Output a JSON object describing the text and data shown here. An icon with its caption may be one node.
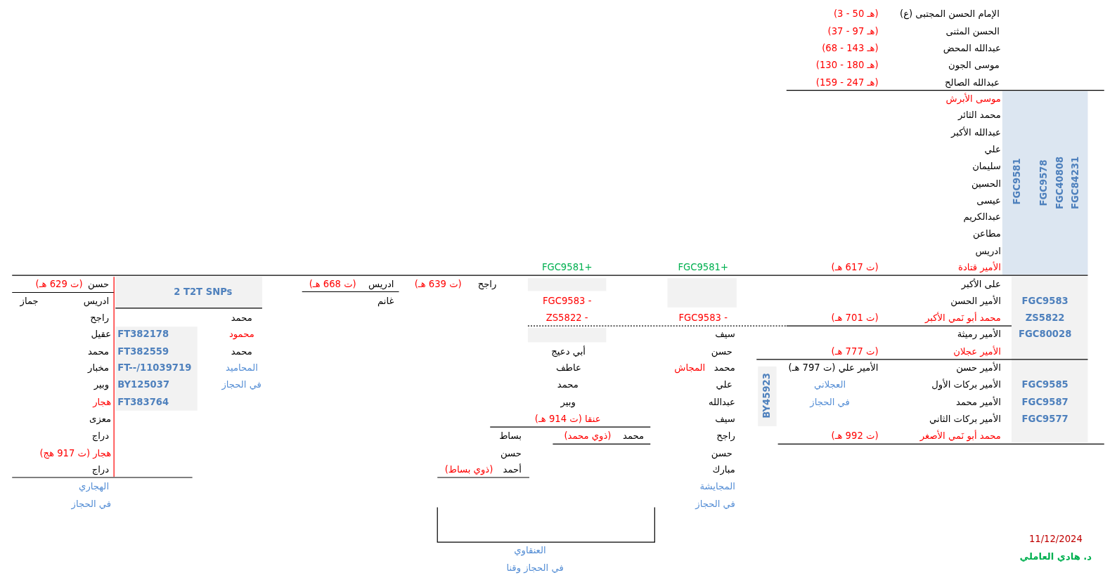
{
  "diagram": {
    "labels": [
      "الإمام الحسن المجتبى (ع)",
      "(3 - 50 هـ)",
      "الحسن المثنى",
      "(37 - 97 هـ)",
      "عبدالله المحض",
      "(68 - 143 هـ)",
      "موسى الجون",
      "(130 - 180 هـ)",
      "عبدالله الصالح",
      "(159 - 247 هـ)",
      "موسى الأبرش",
      "FGC9581",
      "FGC9578",
      "FGC40808",
      "FGC84231",
      "محمد الثائر",
      "عبدالله الأكبر",
      "علي",
      "سليمان",
      "الحسين",
      "عيسى",
      "عبدالكريم",
      "مطاعن",
      "ادريس",
      "الأمير قتادة",
      "(ت 617 هـ)",
      "FGC9581+",
      "FGC9581+",
      "على الأكبر",
      "راجح",
      "(ت 639 هـ)",
      "ادريس",
      "(ت 668 هـ)",
      "2 T2T SNPs",
      "حسن",
      "(ت 629 هـ)",
      "الأمير الحسن",
      "FGC9583",
      "FGC9583 -",
      "غانم",
      "ادريس",
      "جماز",
      "محمد أبو نَمي الأكبر",
      "(ت 701 هـ)",
      "ZS5822",
      "FGC9583 -",
      "ZS5822 -",
      "محمد",
      "راجح",
      "الأمير رميثة",
      "FGC80028",
      "سيف",
      "محمود",
      "FT382178",
      "عقيل",
      "الأمير عجلان",
      "(ت 777 هـ)",
      "حسن",
      "أبي دعيج",
      "محمد",
      "FT382559",
      "محمد",
      "الأمير حسن",
      "الأمير علي (ت 797 هـ)",
      "محمد",
      "المجاش",
      "عاطف",
      "المحاميد",
      "FT--/11039719",
      "مخبار",
      "الأمير بركات الأول",
      "FGC9585",
      "العجلاني",
      "BY45923",
      "علي",
      "محمد",
      "في الحجاز",
      "BY125037",
      "وبير",
      "الأمير محمد",
      "FGC9587",
      "في الحجاز",
      "عبدالله",
      "وبير",
      "FT383764",
      "هجار",
      "الأمير بركات الثاني",
      "FGC9577",
      "سيف",
      "عنقا (ت 914 هـ)",
      "معزى",
      "محمد أبو نَمي الأصغر",
      "(ت 992 هـ)",
      "راجح",
      "محمد",
      "(ذوي محمد)",
      "بساط",
      "دراج",
      "حسن",
      "حسن",
      "هجار (ت 917 هج)",
      "مبارك",
      "أحمد",
      "(ذوي بساط)",
      "دراج",
      "المجايشة",
      "الهجاري",
      "في الحجاز",
      "في الحجاز",
      "العنقاوي",
      "في الحجاز وقنا",
      "11/12/2024",
      "د. هادي العاملي"
    ]
  }
}
